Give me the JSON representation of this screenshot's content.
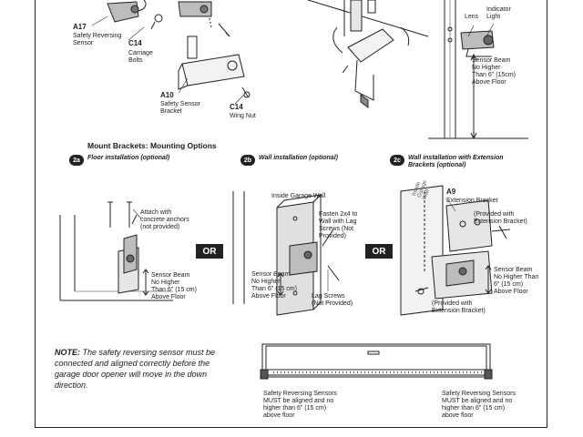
{
  "top_callouts": {
    "a17_id": "A17",
    "a17_text": "Safety Reversing\nSensor",
    "c14_carriage_id": "C14",
    "c14_carriage_text": "Carriage\nBolts",
    "a10_id": "A10",
    "a10_text": "Safety Sensor\nBracket",
    "c14_wing_id": "C14",
    "c14_wing_text": "Wing Nut",
    "lens": "Lens",
    "indicator_light": "Indicator\nLight",
    "sensor_beam_top": "Sensor Beam\nNo Higher\nThan 6\" (15cm)\nAbove Floor"
  },
  "section": {
    "title": "Mount Brackets: Mounting Options"
  },
  "options": [
    {
      "badge": "2a",
      "label": "Floor installation (optional)"
    },
    {
      "badge": "2b",
      "label": "Wall installation (optional)"
    },
    {
      "badge": "2c",
      "label": "Wall installation with Extension\nBrackets (optional)"
    }
  ],
  "or_label": "OR",
  "floor": {
    "attach": "Attach with\nconcrete anchors\n(not provided)",
    "sensor_beam": "Sensor Beam\nNo Higher\nThan 6\" (15 cm)\nAbove Floor"
  },
  "wall": {
    "inside_garage_wall": "Inside Garage Wall",
    "fasten": "Fasten 2x4 to\nWall with Lag\nScrews (Not\nProvided)",
    "sensor_beam": "Sensor Beam\nNo Higher\nThan 6\" (15 cm)\nAbove Floor",
    "lag_screws": "Lag Screws\n(Not Provided)"
  },
  "ext": {
    "wall_sign": "Inside\nGarage\nWall",
    "a9_id": "A9",
    "a9_text": "Extension Bracket",
    "provided_top": "(Provided with\nExtension Bracket)",
    "sensor_beam": "Sensor Beam\nNo Higher Than\n6\" (15 cm)\nAbove Floor",
    "provided_bottom": "(Provided with\nExtension Bracket)"
  },
  "note": {
    "label": "NOTE:",
    "text": " The safety reversing sensor must be connected and aligned correctly before the garage door opener will move in the down direction."
  },
  "door": {
    "left_caption": "Safety Reversing Sensors\nMUST be aligned and no\nhigher than 6\" (15 cm)\nabove floor",
    "right_caption": "Safety Reversing Sensors\nMUST be aligned and no\nhigher than 6\" (15 cm)\nabove floor"
  }
}
